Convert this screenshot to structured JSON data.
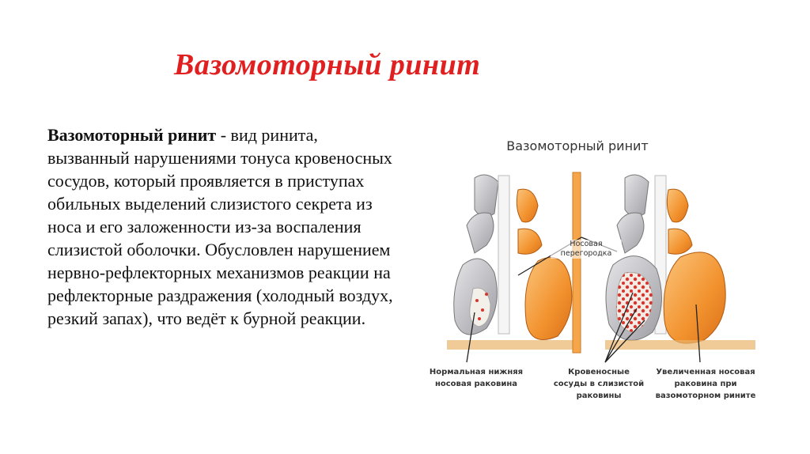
{
  "slide": {
    "title": "Вазомоторный ринит",
    "term": "Вазомоторный ринит",
    "definition": " - вид ринита, вызванный нарушениями тонуса кровеносных сосудов, который проявляется в приступах обильных выделений слизистого секрета из носа и его заложенности из-за воспаления слизистой оболочки. Обусловлен нарушением нервно-рефлекторных механизмов реакции на рефлекторные раздражения (холодный воздух, резкий запах), что ведёт к бурной реакции."
  },
  "diagram": {
    "title": "Вазомоторный ринит",
    "septum_label": "Носовая перегородка",
    "label_normal": "Нормальная нижняя носовая раковина",
    "label_vessels": "Кровеносные сосуды в слизистой раковины",
    "label_enlarged": "Увеличенная носовая раковина при вазомоторном рините"
  },
  "colors": {
    "title": "#e02020",
    "orange": "#f2922e",
    "grey": "#b9b9bd",
    "vessel_dot": "#d8342c"
  }
}
